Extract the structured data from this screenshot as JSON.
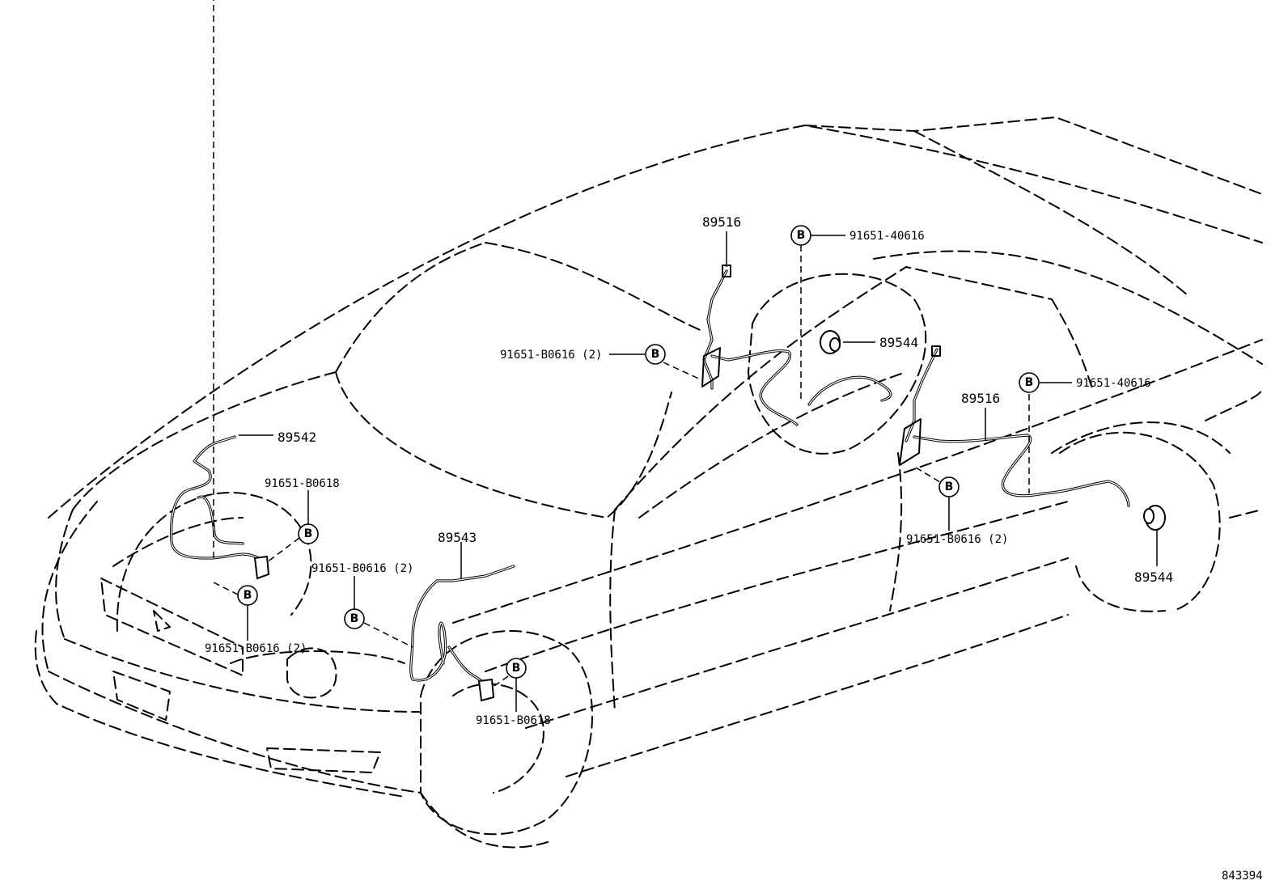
{
  "callouts": {
    "p89516_top": "89516",
    "p89516_right": "89516",
    "p89544_mid": "89544",
    "p89544_right": "89544",
    "p89542": "89542",
    "p89543": "89543",
    "bolt_40616_top": "91651-40616",
    "bolt_40616_right": "91651-40616",
    "bolt_b0616_center": "91651-B0616 (2)",
    "bolt_b0616_right": "91651-B0616 (2)",
    "bolt_b0616_frontleft": "91651-B0616 (2)",
    "bolt_b0616_frontmid": "91651-B0616 (2)",
    "bolt_b0618_left": "91651-B0618",
    "bolt_b0618_bottom": "91651-B0618"
  },
  "bolt_marker": "B",
  "diagram_code": "843394"
}
